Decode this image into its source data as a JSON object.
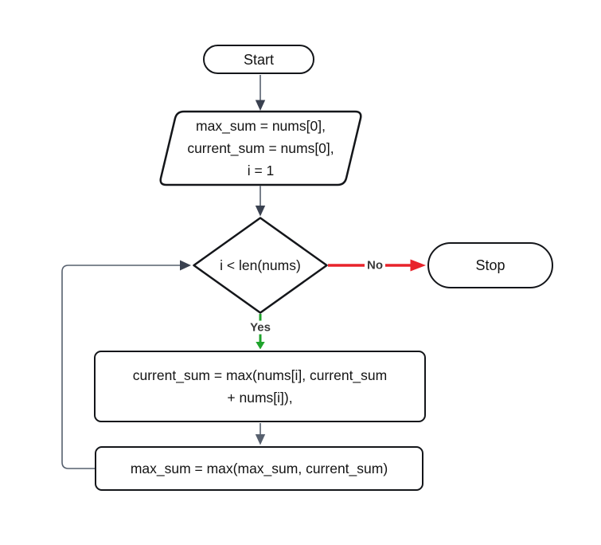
{
  "flowchart": {
    "nodes": {
      "start": {
        "type": "terminator",
        "label": "Start"
      },
      "init": {
        "type": "io",
        "label": "max_sum = nums[0],\ncurrent_sum = nums[0],\ni = 1"
      },
      "condition": {
        "type": "decision",
        "label": "i < len(nums)"
      },
      "stop": {
        "type": "terminator",
        "label": "Stop"
      },
      "update_current": {
        "type": "process",
        "label": "current_sum = max(nums[i], current_sum\n+ nums[i]),"
      },
      "update_max": {
        "type": "process",
        "label": "max_sum = max(max_sum, current_sum)"
      }
    },
    "edges": {
      "no_label": "No",
      "yes_label": "Yes"
    },
    "colors": {
      "background": "#ffffff",
      "node_border": "#14161a",
      "node_text": "#141414",
      "edge_line": "#57606e",
      "arrowhead": "#3a4150",
      "no_edge": "#e8232b",
      "yes_edge": "#1fa32c",
      "edge_label_text": "#3a3a3a"
    }
  }
}
